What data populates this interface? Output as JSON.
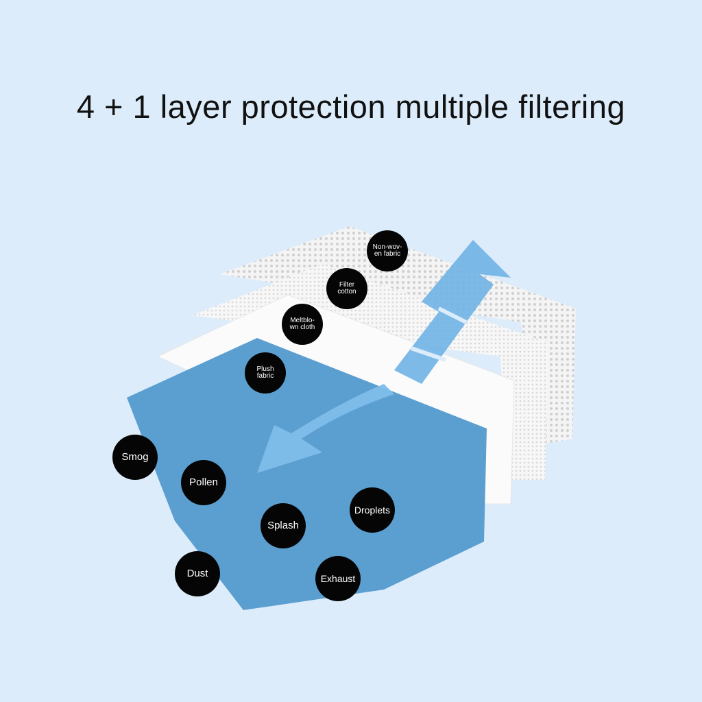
{
  "title": "4 + 1 layer protection multiple filtering",
  "layers": [
    {
      "label": "Non-wov-en fabric",
      "l1": "Non-wov-",
      "l2": "en fabric"
    },
    {
      "label": "Filter cotton",
      "l1": "Filter",
      "l2": "cotton"
    },
    {
      "label": "Meltblown cloth",
      "l1": "Meltblo-",
      "l2": "wn cloth"
    },
    {
      "label": "Plush fabric",
      "l1": "Plush",
      "l2": "fabric"
    }
  ],
  "particles": [
    "Smog",
    "Pollen",
    "Splash",
    "Droplets",
    "Dust",
    "Exhaust"
  ],
  "colors": {
    "background": "#dcecfa",
    "mask_blue": "#5b9fd1",
    "arrow": "#6fb3e6"
  }
}
